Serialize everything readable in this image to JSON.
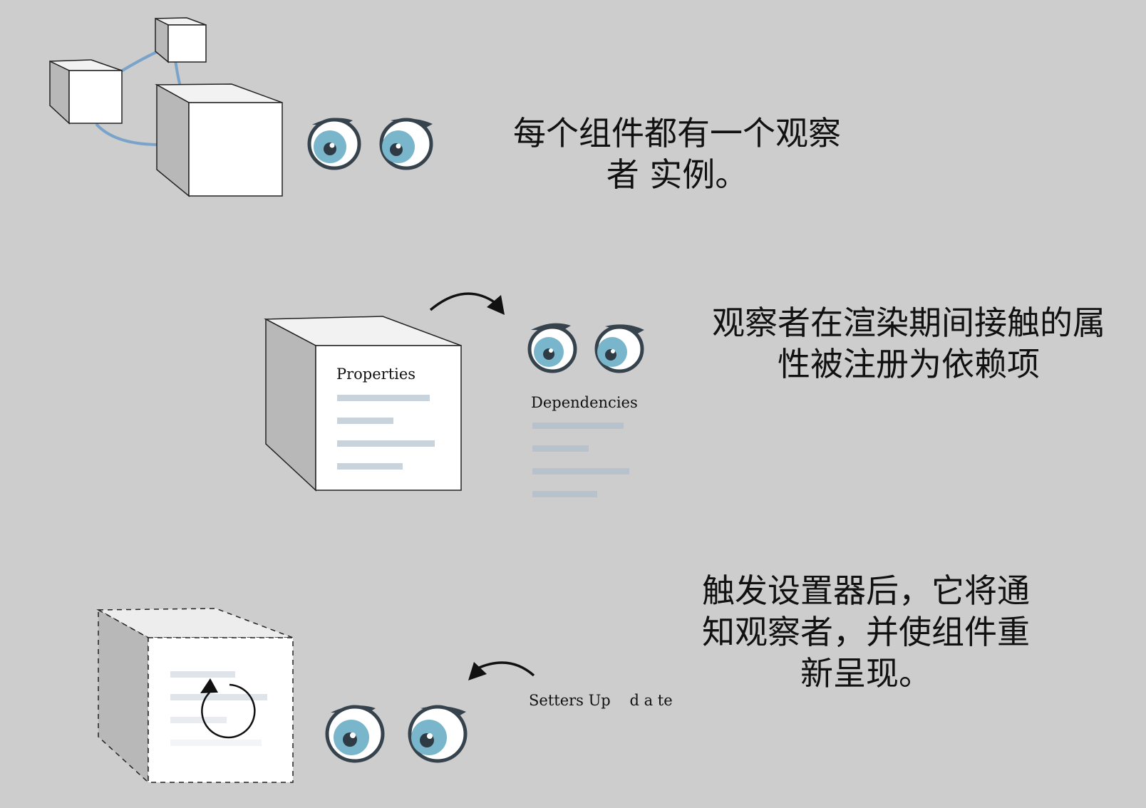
{
  "colors": {
    "background": "#cdcdcd",
    "box_face": "#ffffff",
    "box_top": "#f2f2f2",
    "box_side": "#b8b8b8",
    "link": "#7aa3c9",
    "list_line": "#b7c2cc",
    "doc_line": "#c9d3dc",
    "iris": "#79b6cc",
    "pupil": "#2f3b44",
    "lash": "#36434d"
  },
  "icons": [
    "eye-icon",
    "curved-arrow-icon",
    "refresh-icon",
    "cube-icon"
  ],
  "captions": {
    "step1": "每个组件都有一个观察\n者 实例。",
    "step2": "观察者在渲染期间接触的属\n性被注册为依赖项",
    "step3": "触发设置器后，它将通\n知观察者，并使组件重\n新呈现。"
  },
  "labels": {
    "properties": "Properties",
    "dependencies": "Dependencies",
    "setters_update": "Setters Up    d a te"
  }
}
